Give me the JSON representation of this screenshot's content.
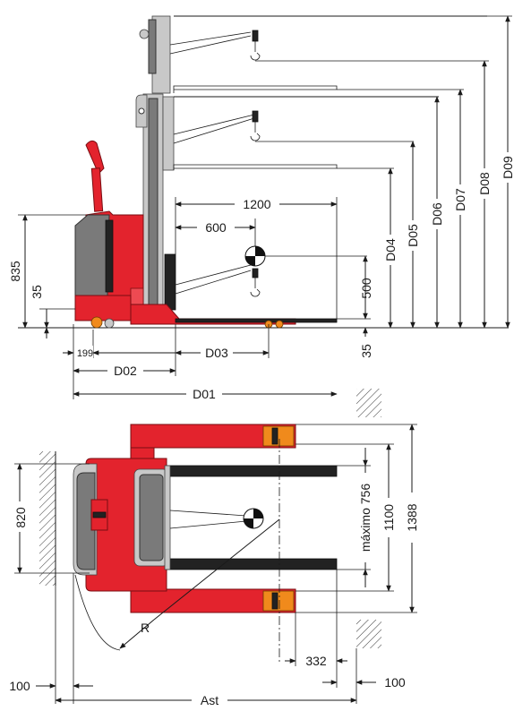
{
  "labels": {
    "d1200": "1200",
    "d600": "600",
    "d835": "835",
    "d35_left": "35",
    "d500": "500",
    "d35_right": "35",
    "d199": "199",
    "D03": "D03",
    "D02": "D02",
    "D01": "D01",
    "D04": "D04",
    "D05": "D05",
    "D06": "D06",
    "D07": "D07",
    "D08": "D08",
    "D09": "D09",
    "d820": "820",
    "max756": "máximo 756",
    "d1100": "1100",
    "d1388": "1388",
    "R": "R",
    "d332": "332",
    "d100_left": "100",
    "d100_right": "100",
    "Ast": "Ast"
  },
  "colors": {
    "truck_body": "#e3232d",
    "fork_tips": "#f08a1c",
    "forks_top_view": "#222222"
  }
}
